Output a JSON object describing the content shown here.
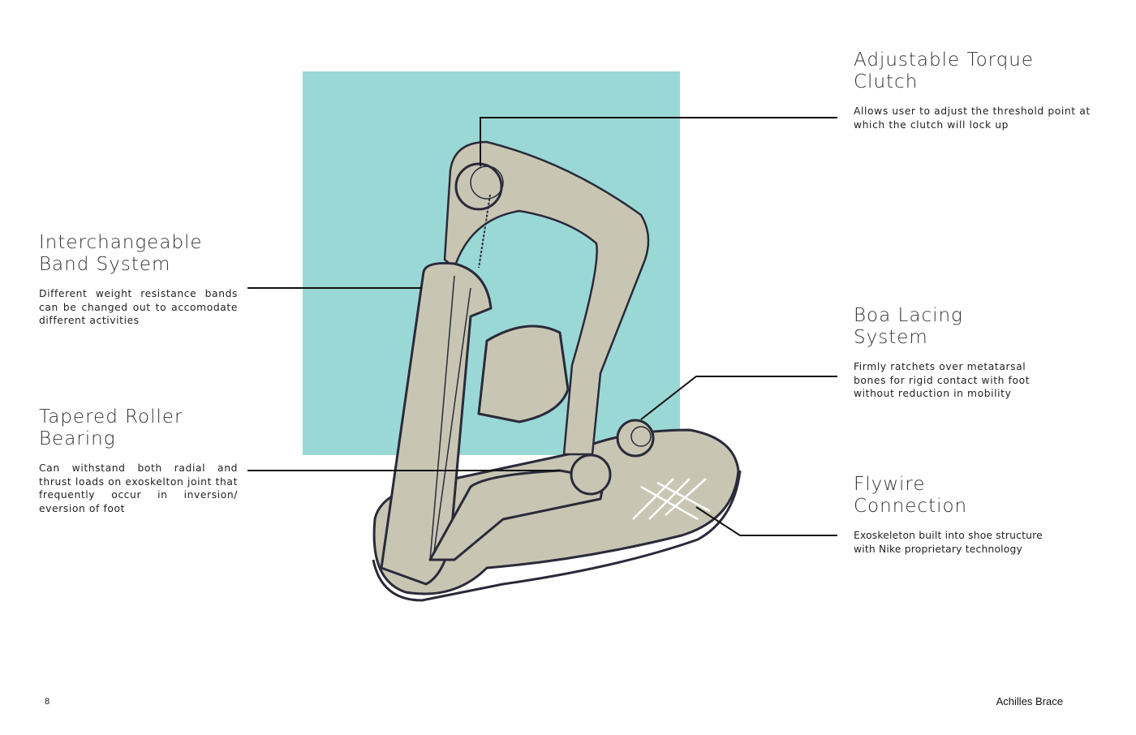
{
  "callouts": {
    "torque": {
      "title_1": "Adjustable Torque",
      "title_2": "Clutch",
      "description": "Allows user to adjust the threshold point at which the clutch will lock up"
    },
    "band": {
      "title_1": "Interchangeable",
      "title_2": "Band System",
      "description": "Different weight resistance bands can be changed out to accomodate different activities"
    },
    "bearing": {
      "title_1": "Tapered Roller",
      "title_2": "Bearing",
      "description": "Can withstand both radial and thrust loads on exoskelton joint that frequently occur in inversion/ eversion of foot"
    },
    "boa": {
      "title_1": "Boa Lacing",
      "title_2": "System",
      "description": "Firmly ratchets over metatarsal bones for rigid contact with foot without reduction in mobility"
    },
    "flywire": {
      "title_1": "Flywire",
      "title_2": "Connection",
      "description": "Exoskeleton built into shoe structure with Nike proprietary technology"
    }
  },
  "footer": {
    "page_number": "8",
    "document_title": "Achilles Brace"
  },
  "colors": {
    "accent_teal": "#9ad8d6",
    "sketch_fill": "#c8c6b3",
    "line": "#111111"
  }
}
